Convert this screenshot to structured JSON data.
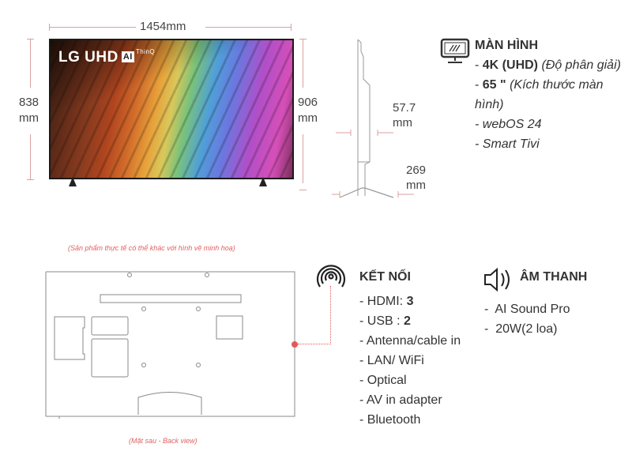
{
  "front_view": {
    "width_label": "1454mm",
    "height_left_value": "838",
    "height_left_unit": "mm",
    "height_right_value": "906",
    "height_right_unit": "mm",
    "screen_logo": "LG UHD",
    "screen_ai_badge": "AI",
    "screen_thinq": "ThinQ"
  },
  "side_view": {
    "depth_value": "57.7",
    "depth_unit": "mm",
    "stand_value": "269",
    "stand_unit": "mm"
  },
  "display_spec": {
    "icon": "monitor-icon",
    "title": "MÀN HÌNH",
    "lines": [
      {
        "bold": "4K (UHD)",
        "italic": "(Độ phân giải)"
      },
      {
        "bold": "65 \"",
        "italic": "(Kích thước màn hình)"
      },
      {
        "italic": "webOS 24"
      },
      {
        "italic": "Smart Tivi"
      }
    ]
  },
  "back_view": {
    "disclaimer": "(Sản phẩm thực tế có thể khác với hình vẽ minh hoạ)",
    "caption": "(Mặt sau - Back view)",
    "accent_color": "#e05a5a"
  },
  "connectivity_spec": {
    "icon": "wireless-signal-icon",
    "title": "KẾT NỐI",
    "items": [
      {
        "label": "HDMI: ",
        "value": "3"
      },
      {
        "label": "USB : ",
        "value": "2"
      },
      {
        "label": "Antenna/cable in"
      },
      {
        "label": "LAN/ WiFi"
      },
      {
        "label": "Optical"
      },
      {
        "label": "AV in adapter"
      },
      {
        "label": "Bluetooth"
      }
    ]
  },
  "audio_spec": {
    "icon": "speaker-icon",
    "title": "ÂM THANH",
    "items": [
      "AI Sound Pro",
      "20W(2 loa)"
    ]
  }
}
